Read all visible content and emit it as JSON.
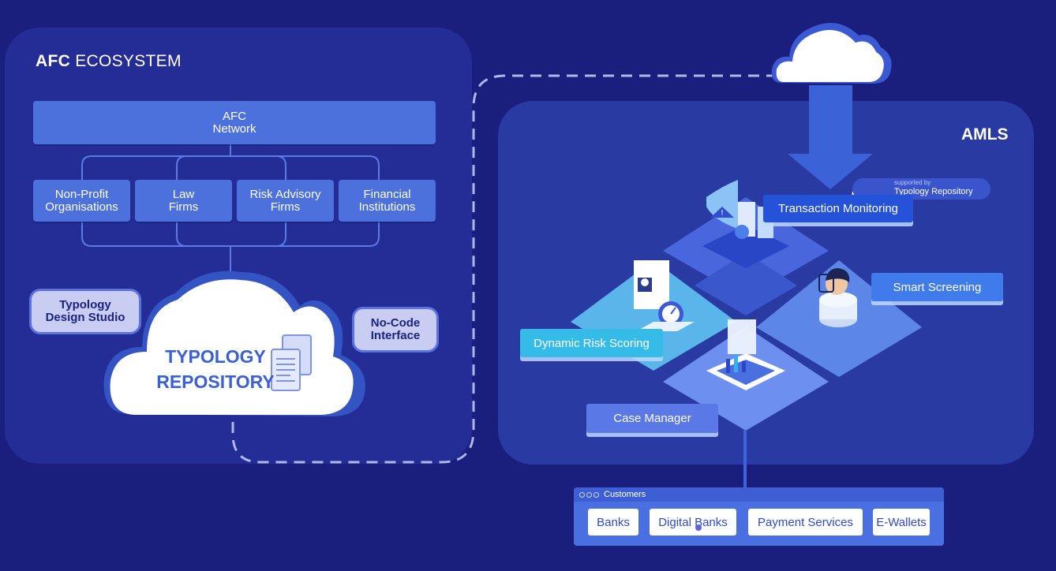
{
  "ecosystem": {
    "title_bold": "AFC",
    "title_rest": "ECOSYSTEM",
    "network_line1": "AFC",
    "network_line2": "Network",
    "members": [
      {
        "line1": "Non-Profit",
        "line2": "Organisations"
      },
      {
        "line1": "Law",
        "line2": "Firms"
      },
      {
        "line1": "Risk Advisory",
        "line2": "Firms"
      },
      {
        "line1": "Financial",
        "line2": "Institutions"
      }
    ],
    "repository_line1": "TYPOLOGY",
    "repository_line2": "REPOSITORY",
    "design_studio_line1": "Typology",
    "design_studio_line2": "Design Studio",
    "nocode_line1": "No-Code",
    "nocode_line2": "Interface"
  },
  "amls": {
    "title": "AMLS",
    "supported_by": "supported by",
    "supported_repo": "Typology Repository",
    "modules": {
      "transaction_monitoring": "Transaction Monitoring",
      "smart_screening": "Smart Screening",
      "dynamic_risk_scoring": "Dynamic Risk Scoring",
      "case_manager": "Case Manager"
    }
  },
  "customers": {
    "title": "Customers",
    "items": [
      "Banks",
      "Digital Banks",
      "Payment Services",
      "E-Wallets"
    ]
  },
  "colors": {
    "background": "#1a1f7e",
    "panel": "#242c95",
    "amls_panel": "#2a3aa3",
    "accent_blue": "#4c71dc",
    "cyan": "#3fc1e8",
    "white": "#ffffff"
  }
}
